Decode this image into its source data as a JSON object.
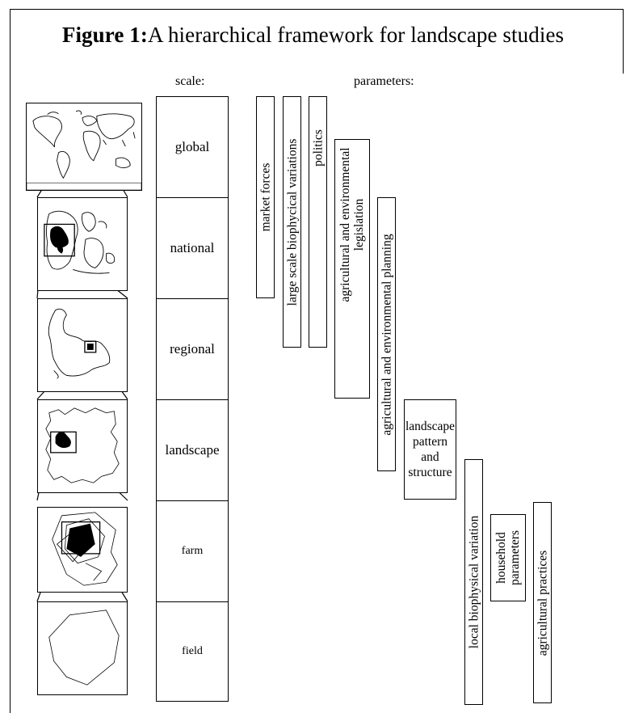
{
  "figure": {
    "title_bold": "Figure 1:",
    "title_rest": "A hierarchical framework for landscape studies",
    "scale_header": "scale:",
    "parameters_header": "parameters:"
  },
  "scales": [
    {
      "label": "global"
    },
    {
      "label": "national"
    },
    {
      "label": "regional"
    },
    {
      "label": "landscape"
    },
    {
      "label": "farm"
    },
    {
      "label": "field"
    }
  ],
  "parameters": [
    {
      "label": "market forces"
    },
    {
      "label": "large scale biophycical variations"
    },
    {
      "label": "politics"
    },
    {
      "label": "agricultural and environmental legislation"
    },
    {
      "label": "agricultural and environmental planning"
    },
    {
      "label": "landscape pattern and structure"
    },
    {
      "label": "local biophysical variation"
    },
    {
      "label": "household parameters"
    },
    {
      "label": "agricultural practices"
    }
  ],
  "maps": [
    {
      "icon": "world-map-icon"
    },
    {
      "icon": "national-map-icon"
    },
    {
      "icon": "regional-map-icon"
    },
    {
      "icon": "landscape-map-icon"
    },
    {
      "icon": "farm-map-icon"
    },
    {
      "icon": "field-map-icon"
    }
  ]
}
